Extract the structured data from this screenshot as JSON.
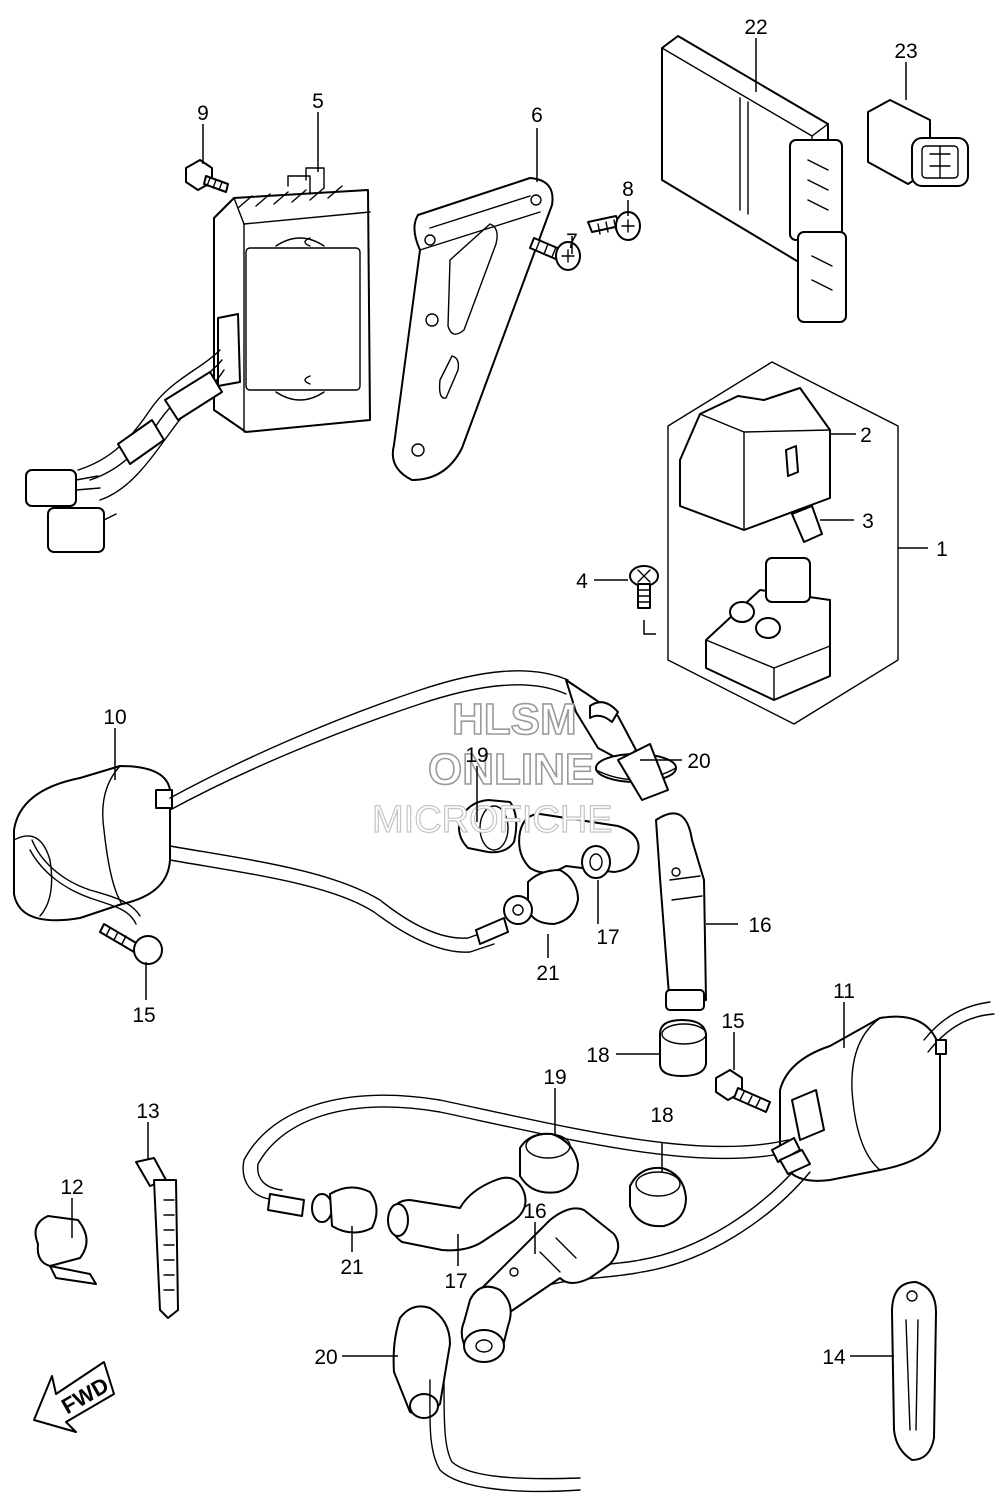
{
  "diagram": {
    "callouts": [
      {
        "id": "c1",
        "label": "1"
      },
      {
        "id": "c2",
        "label": "2"
      },
      {
        "id": "c3",
        "label": "3"
      },
      {
        "id": "c4",
        "label": "4"
      },
      {
        "id": "c5",
        "label": "5"
      },
      {
        "id": "c6",
        "label": "6"
      },
      {
        "id": "c7",
        "label": "7"
      },
      {
        "id": "c8",
        "label": "8"
      },
      {
        "id": "c9",
        "label": "9"
      },
      {
        "id": "c10",
        "label": "10"
      },
      {
        "id": "c11",
        "label": "11"
      },
      {
        "id": "c12",
        "label": "12"
      },
      {
        "id": "c13",
        "label": "13"
      },
      {
        "id": "c14",
        "label": "14"
      },
      {
        "id": "c15a",
        "label": "15"
      },
      {
        "id": "c15b",
        "label": "15"
      },
      {
        "id": "c16a",
        "label": "16"
      },
      {
        "id": "c16b",
        "label": "16"
      },
      {
        "id": "c17a",
        "label": "17"
      },
      {
        "id": "c17b",
        "label": "17"
      },
      {
        "id": "c18a",
        "label": "18"
      },
      {
        "id": "c18b",
        "label": "18"
      },
      {
        "id": "c19a",
        "label": "19"
      },
      {
        "id": "c19b",
        "label": "19"
      },
      {
        "id": "c20a",
        "label": "20"
      },
      {
        "id": "c20b",
        "label": "20"
      },
      {
        "id": "c21a",
        "label": "21"
      },
      {
        "id": "c21b",
        "label": "21"
      },
      {
        "id": "c22",
        "label": "22"
      },
      {
        "id": "c23",
        "label": "23"
      }
    ],
    "watermark": {
      "line1": "HLSM",
      "line2": "ONLINE",
      "line3": "MICROFICHE"
    },
    "direction_label": "FWD",
    "colors": {
      "line": "#000000",
      "background": "#ffffff",
      "watermark": "#9a9a9a"
    }
  }
}
